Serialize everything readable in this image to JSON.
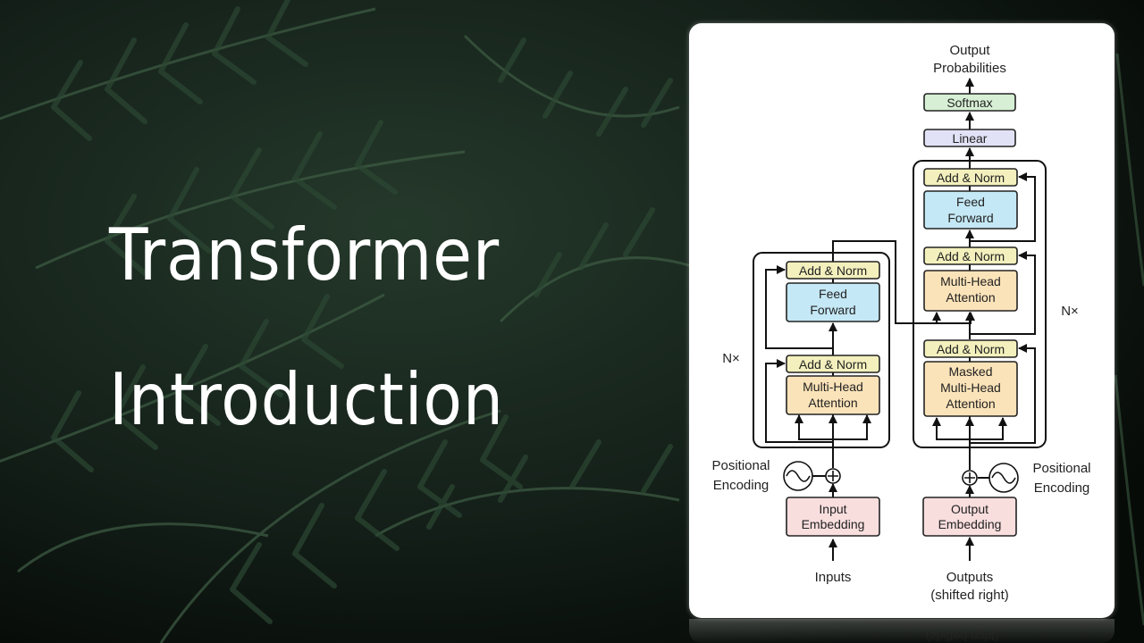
{
  "slide": {
    "title_line1": "Transformer",
    "title_line2": "Introduction"
  },
  "diagram": {
    "output_label_1": "Output",
    "output_label_2": "Probabilities",
    "softmax": "Softmax",
    "linear": "Linear",
    "add_norm": "Add & Norm",
    "feed_line1": "Feed",
    "feed_line2": "Forward",
    "mha_line1": "Multi-Head",
    "mha_line2": "Attention",
    "masked_line1": "Masked",
    "masked_line2": "Multi-Head",
    "masked_line3": "Attention",
    "nx": "N×",
    "pos_line1": "Positional",
    "pos_line2": "Encoding",
    "input_emb_line1": "Input",
    "input_emb_line2": "Embedding",
    "output_emb_line1": "Output",
    "output_emb_line2": "Embedding",
    "inputs": "Inputs",
    "outputs_line1": "Outputs",
    "outputs_line2": "(shifted right)"
  },
  "colors": {
    "add_norm_fill": "#f3f0bd",
    "feed_forward_fill": "#c4e8f5",
    "attention_fill": "#fbe3b9",
    "embedding_fill": "#f9dede",
    "softmax_fill": "#d7f0d5",
    "linear_fill": "#e2e2f7"
  }
}
